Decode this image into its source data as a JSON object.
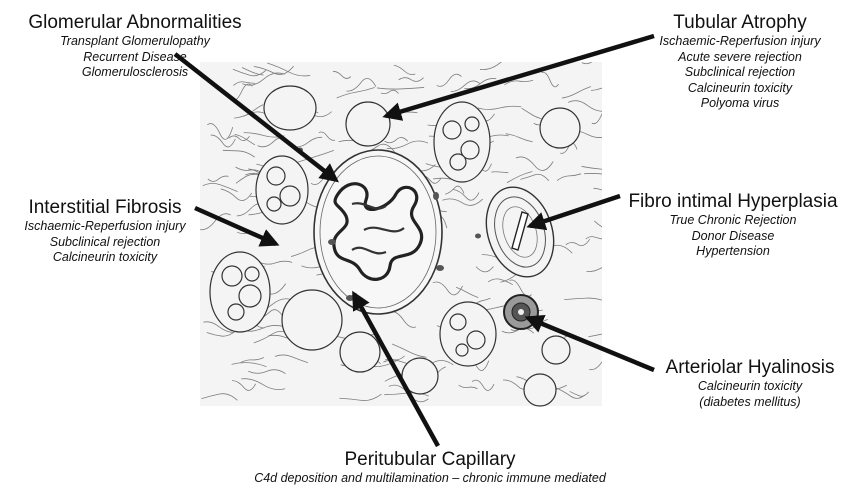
{
  "colors": {
    "ink": "#111111",
    "paper": "#f6f6f6",
    "sketch": "#3a3a3a"
  },
  "illustration": {
    "icon": "kidney-biopsy-sketch-icon"
  },
  "labels": {
    "glomerular": {
      "title": "Glomerular Abnormalities",
      "causes": [
        "Transplant Glomerulopathy",
        "Recurrent Disease",
        "Glomerulosclerosis"
      ]
    },
    "tubular": {
      "title": "Tubular Atrophy",
      "causes": [
        "Ischaemic-Reperfusion injury",
        "Acute severe rejection",
        "Subclinical rejection",
        "Calcineurin toxicity",
        "Polyoma virus"
      ]
    },
    "interstitial": {
      "title": "Interstitial Fibrosis",
      "causes": [
        "Ischaemic-Reperfusion injury",
        "Subclinical rejection",
        "Calcineurin toxicity"
      ]
    },
    "fibro": {
      "title": "Fibro intimal Hyperplasia",
      "causes": [
        "True Chronic Rejection",
        "Donor Disease",
        "Hypertension"
      ]
    },
    "arteriolar": {
      "title": "Arteriolar Hyalinosis",
      "causes": [
        "Calcineurin toxicity",
        "(diabetes mellitus)"
      ]
    },
    "peritubular": {
      "title": "Peritubular Capillary",
      "causes": [
        "C4d deposition and multilamination – chronic immune mediated"
      ]
    }
  }
}
